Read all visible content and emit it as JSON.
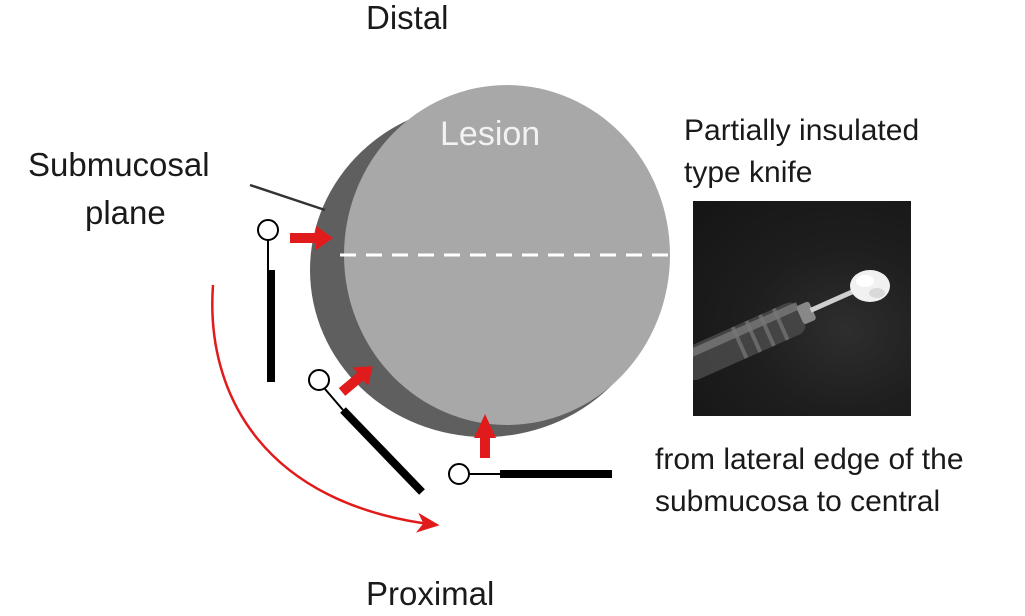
{
  "labels": {
    "distal": "Distal",
    "proximal": "Proximal",
    "lesion": "Lesion",
    "submucosal_line1": "Submucosal",
    "submucosal_line2": "plane",
    "knife_line1": "Partially insulated",
    "knife_line2": "type knife",
    "edge_line1": "from lateral edge of the",
    "edge_line2": "submucosa to central"
  },
  "colors": {
    "lesion_top": "#a8a8a8",
    "lesion_side": "#5f5f5f",
    "arrow_red": "#e11b1b",
    "knife_body": "#000000",
    "dashed_line": "#ffffff"
  },
  "icons": {
    "knife_photo": "partially-insulated-knife-photo",
    "red_arrow": "red-block-arrow",
    "sweep_arrow": "curved-red-arrow"
  }
}
